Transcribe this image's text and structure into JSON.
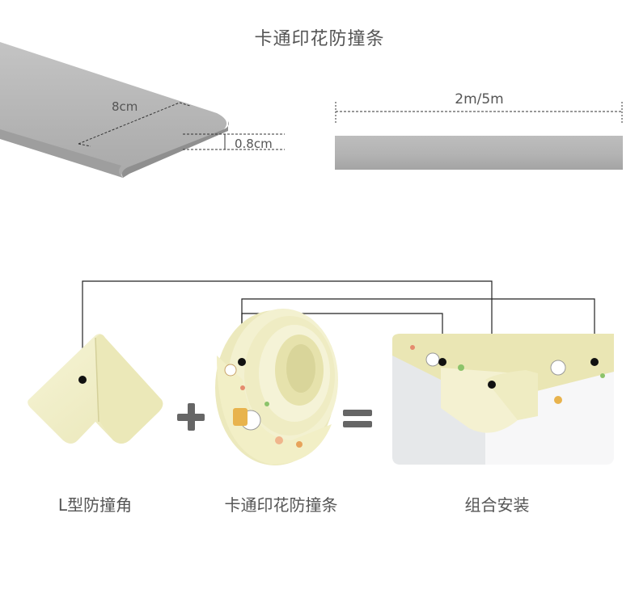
{
  "header": {
    "title": "卡通印花防撞条"
  },
  "dimensions": {
    "width_label": "8cm",
    "thickness_label": "0.8cm",
    "length_label": "2m/5m"
  },
  "operators": {
    "plus": "+",
    "equals": "="
  },
  "captions": {
    "l_corner": "L型防撞角",
    "strip": "卡通印花防撞条",
    "assembly": "组合安装"
  },
  "colors": {
    "strip_gray": "#b5b5b5",
    "cream": "#f1efc7",
    "line": "#222222"
  }
}
